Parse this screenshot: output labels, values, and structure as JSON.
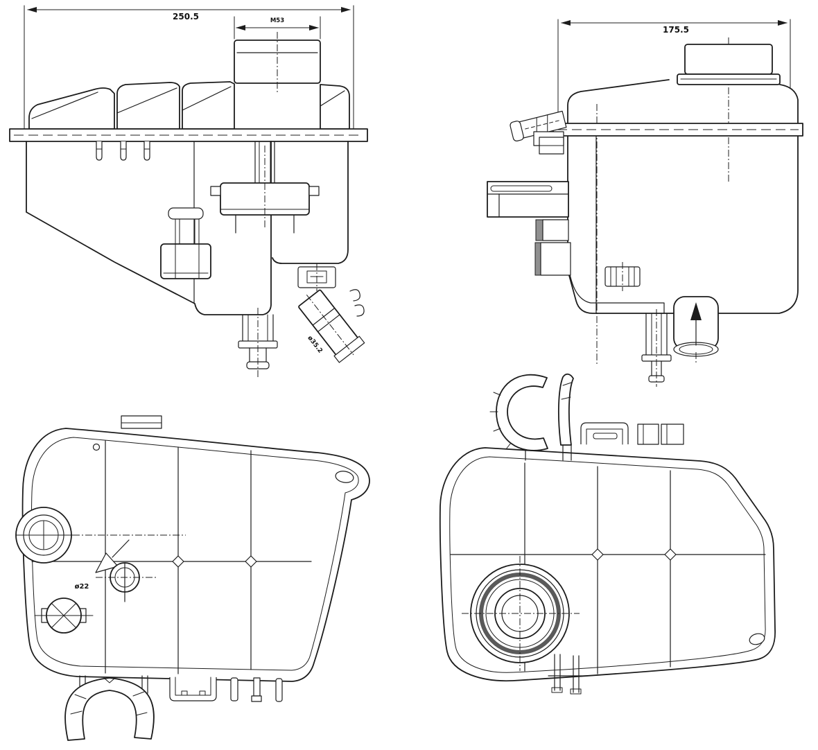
{
  "colors": {
    "background": "#ffffff",
    "line": "#1c1c1c",
    "shade": "#909090"
  },
  "views": {
    "front_elevation": {
      "dim_overall_width": "250.5",
      "dim_cap_thread": "M53",
      "dim_outlet_pipe": "ø35.2"
    },
    "side_elevation": {
      "dim_overall_depth": "175.5"
    },
    "plan_view": {
      "dim_vent_port": "ø22"
    }
  }
}
